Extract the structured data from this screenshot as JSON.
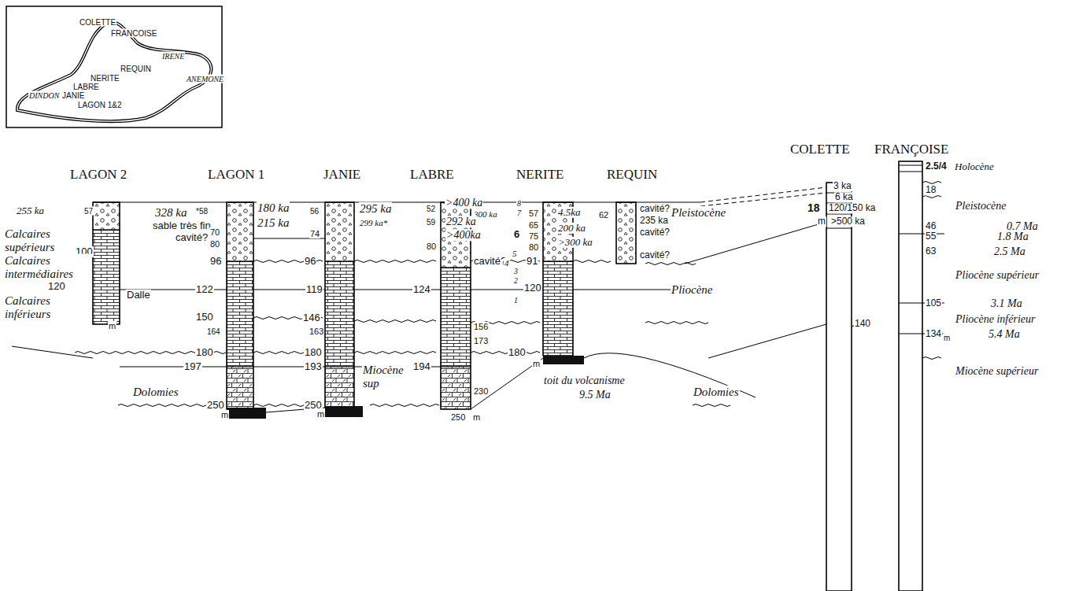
{
  "diagram": {
    "labels": [
      "COLETTE",
      "FRANCOISE",
      "IRENE",
      "REQUIN",
      "ANEMONE",
      "NERITE",
      "LABRE",
      "DINDON",
      "JANIE",
      "LAGON 1&2",
      "LAGON 2",
      "LAGON 1",
      "JANIE",
      "LABRE",
      "NERITE",
      "REQUIN",
      "COLETTE",
      "FRANÇOISE",
      "255 ka",
      "57",
      "Calcaires supérieurs",
      "100",
      "Calcaires intermédiaires",
      "120",
      "Calcaires inférieurs",
      "Dalle",
      "m",
      "Dolomies",
      "328 ka",
      "*58",
      "sable très fin",
      "cavité?",
      "70",
      "80",
      "96",
      "122",
      "150",
      "164",
      "180",
      "197",
      "250",
      "m",
      "180 ka",
      "215 ka",
      "56",
      "295 ka",
      "299 ka*",
      "74",
      "96",
      "119",
      "146",
      "163",
      "180",
      "193",
      "Miocène sup",
      "250",
      "m",
      ">400 ka",
      "52",
      "300 ka",
      "59",
      "292 ka",
      ">400ka",
      "80",
      "cavité?",
      "124",
      "156",
      "173",
      "194",
      "230",
      "250",
      "m",
      "8",
      "57",
      "7",
      "4.5ka",
      "65",
      "200 ka",
      "6",
      "75",
      ">300 ka",
      "80",
      "5",
      "91",
      "4",
      "3",
      "2",
      "1",
      "120",
      "180",
      "m",
      "toit du volcanisme",
      "9.5 Ma",
      "cavité?",
      "62",
      "235 ka",
      "cavité?",
      "cavité?",
      "Pleistocène",
      "Pliocène",
      "Dolomies",
      "3 ka",
      "6 ka",
      "18",
      "120/150 ka",
      "m",
      ">500 ka",
      "140",
      "2.5/4",
      "Holocène",
      "18",
      "Pleistocène",
      "46",
      "0.7 Ma",
      "55",
      "1.8 Ma",
      "63",
      "2.5 Ma",
      "Pliocène supérieur",
      "105",
      "3.1 Ma",
      "Pliocène inférieur",
      "134",
      "m",
      "5.4 Ma",
      "Miocène supérieur"
    ]
  }
}
